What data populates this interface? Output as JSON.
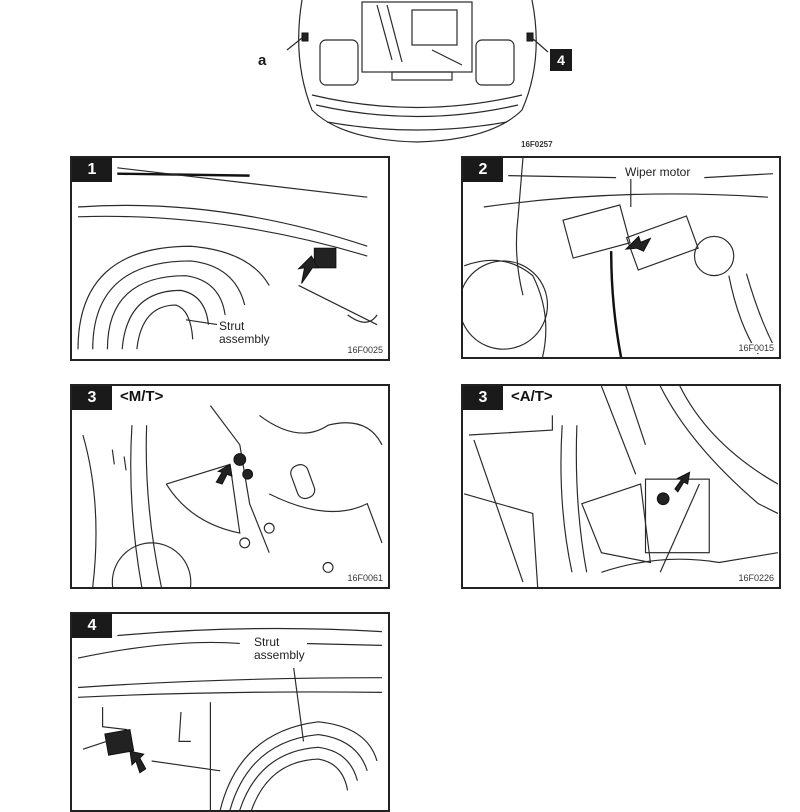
{
  "overview": {
    "label_a": "a",
    "badge": "4",
    "figure_code": "16F0257"
  },
  "figures": [
    {
      "number": "1",
      "variant": "",
      "callouts": [
        "Strut",
        "assembly"
      ],
      "figure_code": "16F0025"
    },
    {
      "number": "2",
      "variant": "",
      "callouts": [
        "Wiper motor"
      ],
      "figure_code": "16F0015"
    },
    {
      "number": "3",
      "variant": "<M/T>",
      "callouts": [],
      "figure_code": "16F0061"
    },
    {
      "number": "3",
      "variant": "<A/T>",
      "callouts": [],
      "figure_code": "16F0226"
    },
    {
      "number": "4",
      "variant": "",
      "callouts": [
        "Strut",
        "assembly"
      ],
      "figure_code": ""
    }
  ]
}
